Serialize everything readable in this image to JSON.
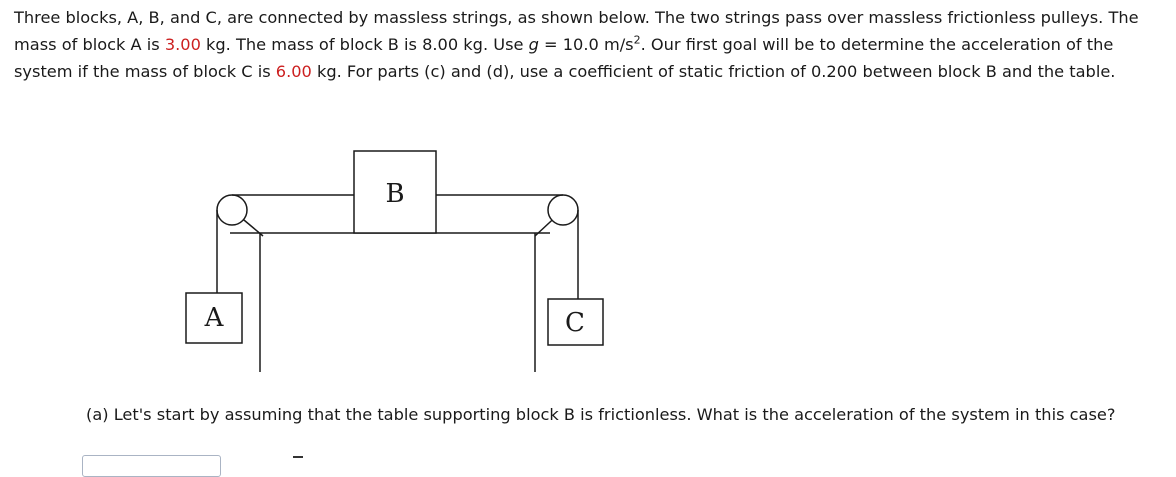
{
  "problem": {
    "intro_1": "Three blocks, A, B, and C, are connected by massless strings, as shown below. The two strings pass over massless frictionless pulleys. The mass of block A is ",
    "mass_a": "3.00",
    "intro_2": " kg. The mass of block B is 8.00 kg. Use ",
    "g_symbol": "g",
    "intro_3": " = 10.0 m/s",
    "g_exponent": "2",
    "intro_4": ". Our first goal will be to determine the acceleration of the system if the mass of block C is ",
    "mass_c": "6.00",
    "intro_5": " kg. For parts (c) and (d), use a coefficient of static friction of 0.200 between block B and the table."
  },
  "figure": {
    "label_a": "A",
    "label_b": "B",
    "label_c": "C"
  },
  "part_a": {
    "question": "(a) Let's start by assuming that the table supporting block B is frictionless. What is the acceleration of the system in this case?"
  },
  "colors": {
    "highlight": "#cc1f1f",
    "text": "#1a1a1a"
  }
}
